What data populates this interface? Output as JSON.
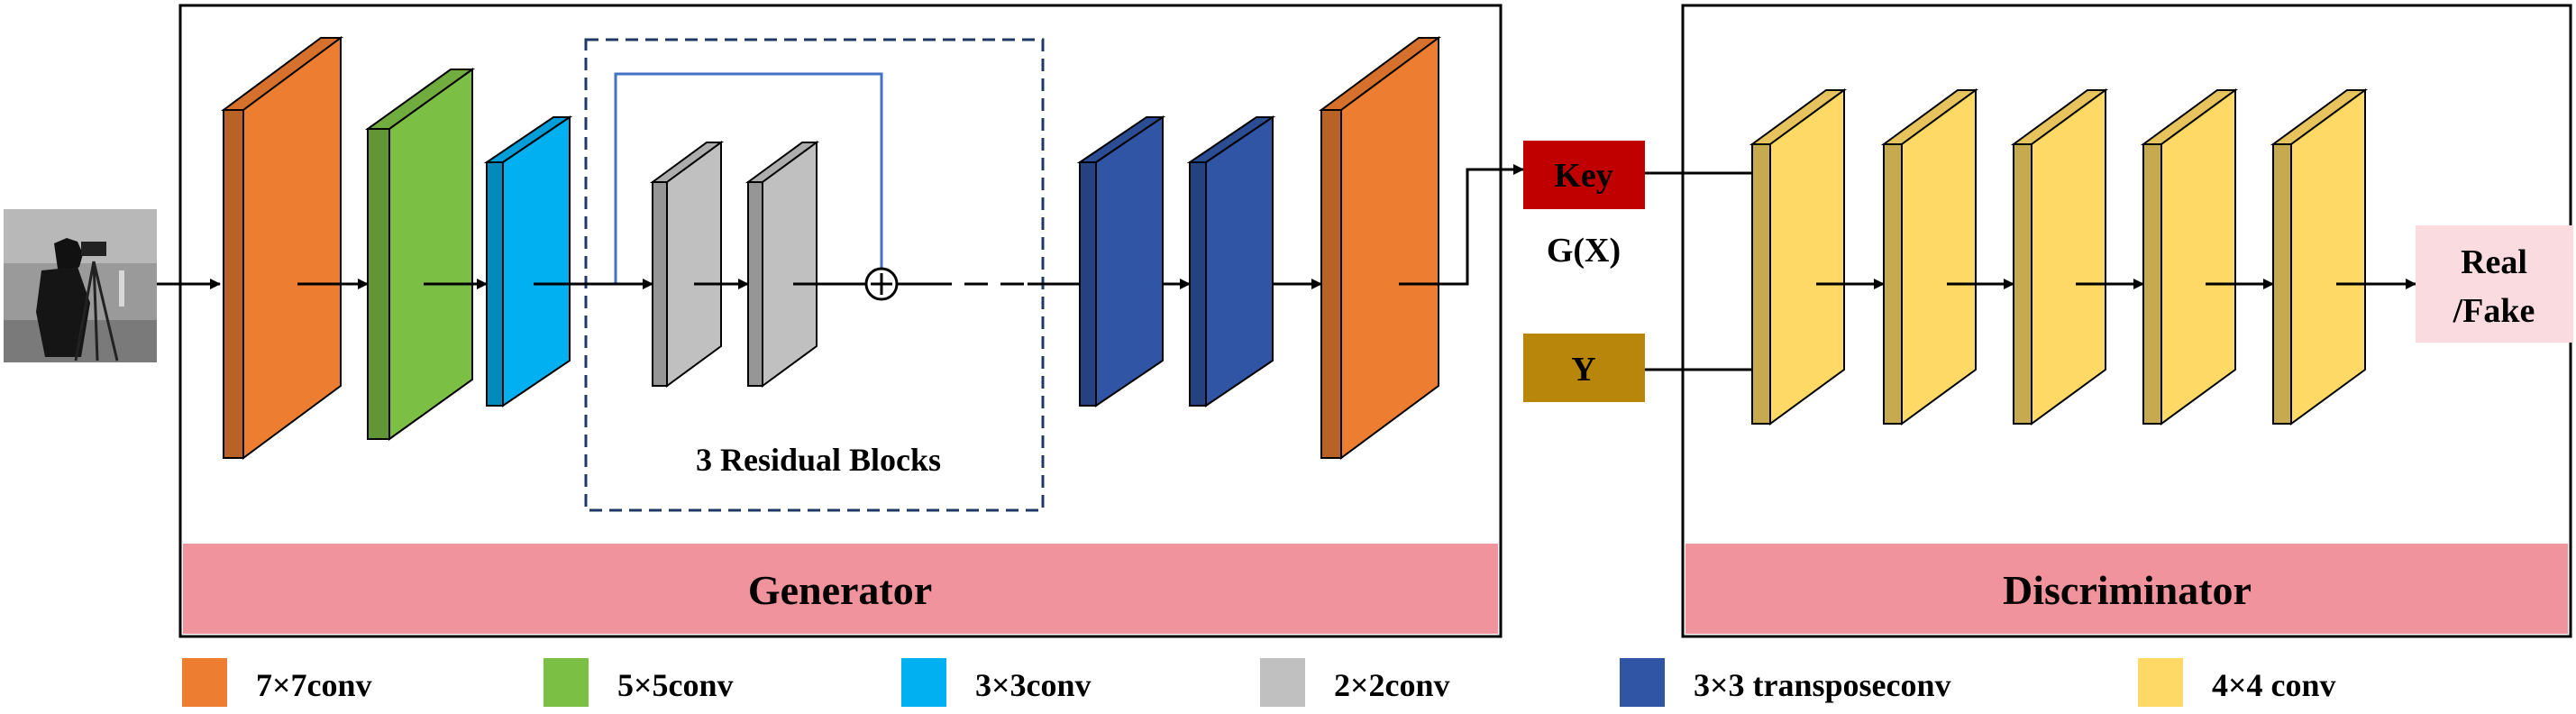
{
  "colors": {
    "c7x7": "#ED7D31",
    "c5x5": "#7CBF45",
    "c3x3": "#00B0F0",
    "c2x2": "#C0C0C0",
    "ctrans": "#2F55A4",
    "c4x4": "#FFD966",
    "panel_bar": "#F1939C",
    "key_box": "#C00000",
    "y_box": "#B8860B",
    "real_fake_box": "#FADBE0",
    "skip_line": "#4472C4",
    "dashed_border": "#1F3864"
  },
  "generator": {
    "label": "Generator",
    "residual_label": "3 Residual Blocks"
  },
  "discriminator": {
    "label": "Discriminator"
  },
  "key_label": "Key",
  "gx_label": "G(X)",
  "y_label": "Y",
  "output_label_line1": "Real",
  "output_label_line2": "/Fake",
  "legend": [
    {
      "label": "7×7conv",
      "color_key": "c7x7"
    },
    {
      "label": "5×5conv",
      "color_key": "c5x5"
    },
    {
      "label": "3×3conv",
      "color_key": "c3x3"
    },
    {
      "label": "2×2conv",
      "color_key": "c2x2"
    },
    {
      "label": "3×3 transposeconv",
      "color_key": "ctrans"
    },
    {
      "label": "4×4 conv",
      "color_key": "c4x4"
    }
  ]
}
